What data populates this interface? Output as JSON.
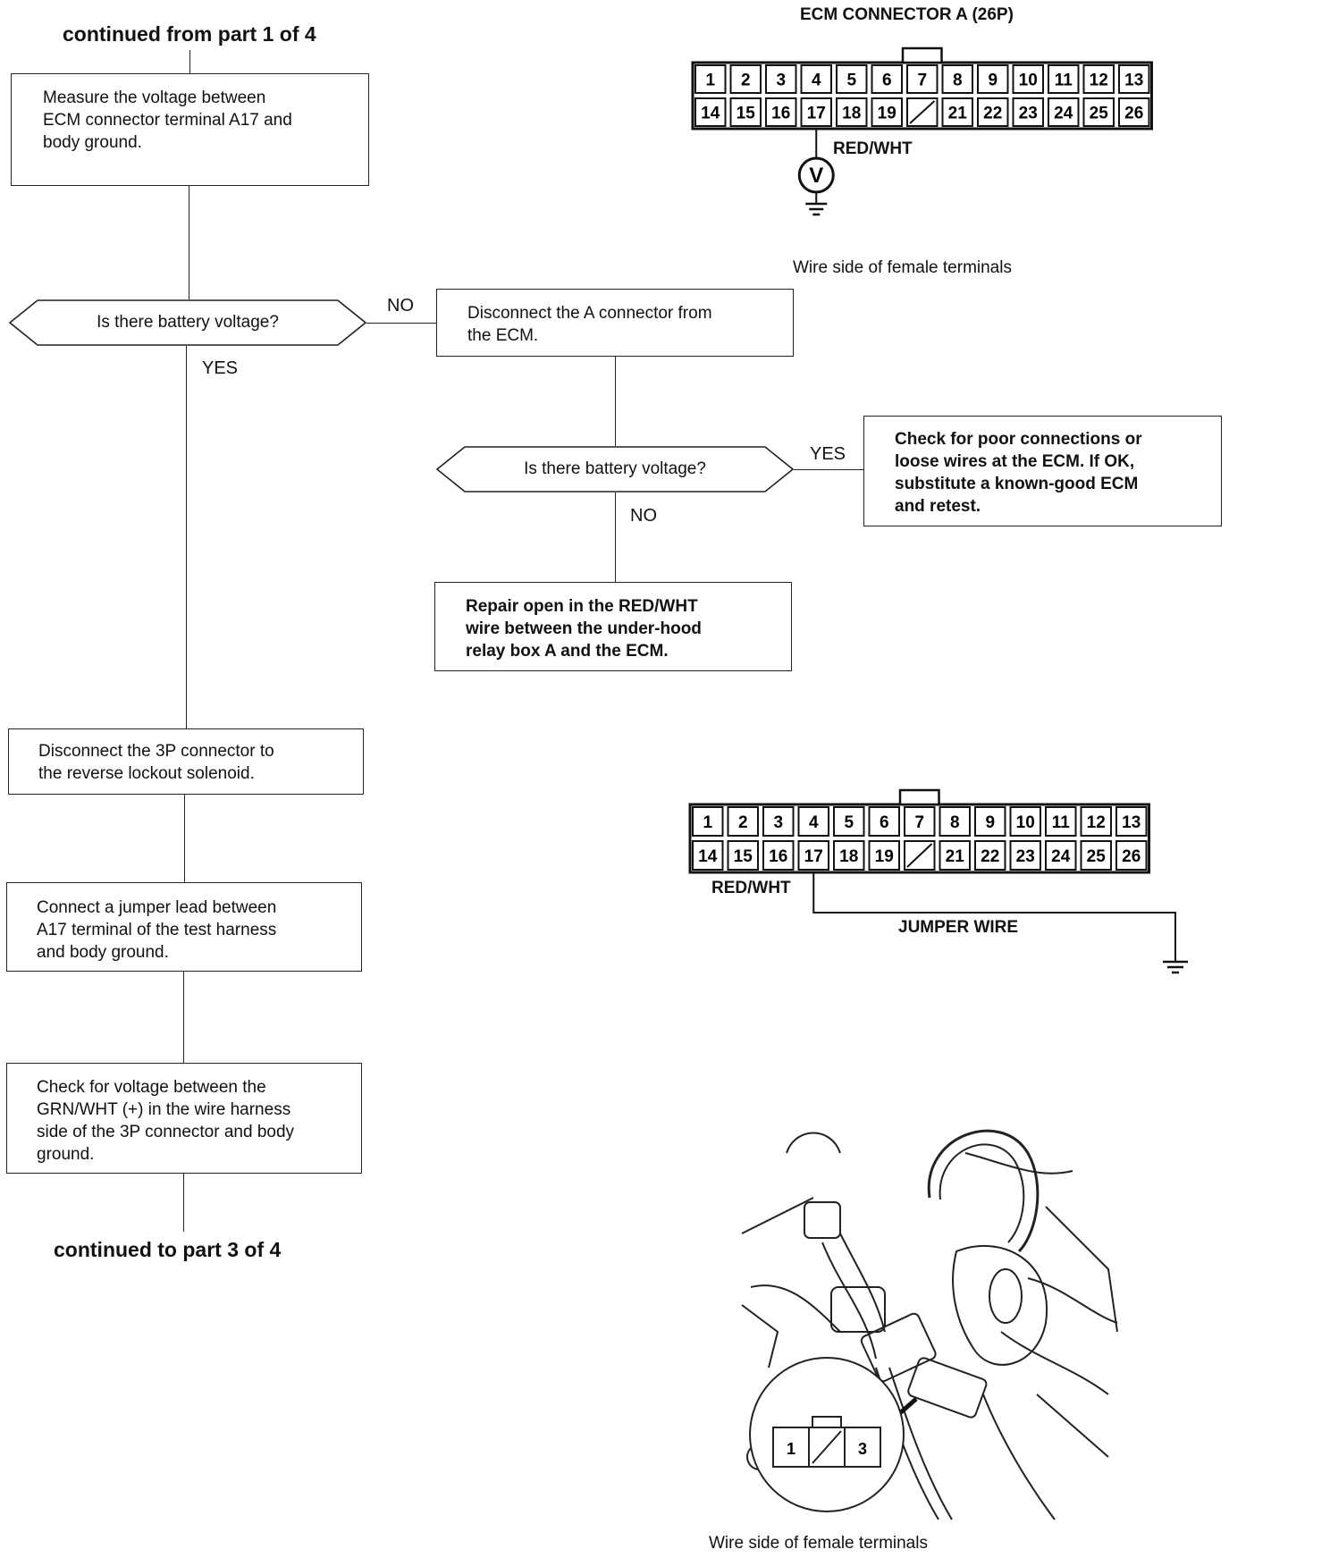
{
  "flow": {
    "continued_from": "continued from part 1 of 4",
    "continued_to": "continued to part 3 of 4",
    "step_measure": "Measure the voltage between\nECM connector terminal A17 and\nbody ground.",
    "decision_1": "Is there battery voltage?",
    "label_no_1": "NO",
    "label_yes_1": "YES",
    "step_disconnect_a": "Disconnect the A connector from\nthe ECM.",
    "decision_2": "Is there battery voltage?",
    "label_yes_2": "YES",
    "label_no_2": "NO",
    "step_check_poor": "Check for poor connections or\nloose wires at the ECM. If OK,\nsubstitute a known-good ECM\nand retest.",
    "step_repair": "Repair open in the RED/WHT\nwire between the under-hood\nrelay box A and the ECM.",
    "step_disconnect_3p": "Disconnect the 3P connector to\nthe reverse lockout solenoid.",
    "step_jumper": "Connect a jumper lead between\nA17 terminal of the test harness\nand body ground.",
    "step_check_voltage": "Check for voltage between the\nGRN/WHT (+) in the wire harness\nside of the 3P connector and body\nground."
  },
  "connector1": {
    "title": "ECM CONNECTOR A (26P)",
    "row1": [
      "1",
      "2",
      "3",
      "4",
      "5",
      "6",
      "7",
      "8",
      "9",
      "10",
      "11",
      "12",
      "13"
    ],
    "row2": [
      "14",
      "15",
      "16",
      "17",
      "18",
      "19",
      "",
      "21",
      "22",
      "23",
      "24",
      "25",
      "26"
    ],
    "wire_label": "RED/WHT",
    "meter_symbol": "V",
    "caption": "Wire side of female terminals"
  },
  "connector2": {
    "row1": [
      "1",
      "2",
      "3",
      "4",
      "5",
      "6",
      "7",
      "8",
      "9",
      "10",
      "11",
      "12",
      "13"
    ],
    "row2": [
      "14",
      "15",
      "16",
      "17",
      "18",
      "19",
      "",
      "21",
      "22",
      "23",
      "24",
      "25",
      "26"
    ],
    "wire_label": "RED/WHT",
    "jumper_label": "JUMPER WIRE"
  },
  "solenoid": {
    "pins": [
      "1",
      "",
      "3"
    ],
    "caption": "Wire side of female terminals"
  }
}
